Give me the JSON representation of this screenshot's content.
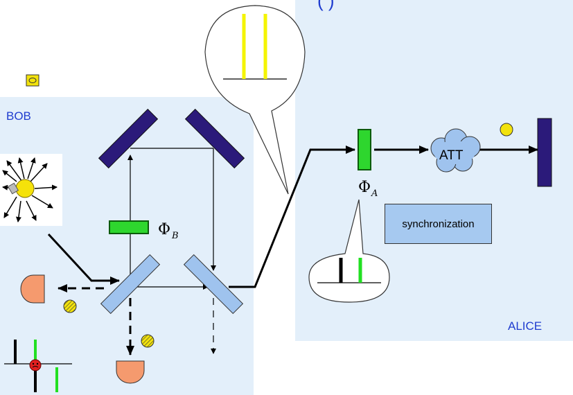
{
  "labels": {
    "bob": "BOB",
    "alice": "ALICE",
    "attenuator": "ATT",
    "synchronization": "synchronization",
    "phase_bob_symbol": "Φ",
    "phase_bob_sub": "B",
    "phase_alice_symbol": "Φ",
    "phase_alice_sub": "A",
    "title_fragment": "(                    )"
  },
  "colors": {
    "mirror": "#2b1a7a",
    "beam_splitter": "#9fc3ee",
    "phase_modulator": "#2ed62e",
    "detector": "#f59a6e",
    "photon": "#f2e20c",
    "pulse_yellow": "#f4f400",
    "pulse_green": "#22e022",
    "panel_bg": "#e3effa",
    "text_blue": "#1f3ccf"
  },
  "icons": [
    "lightbulb-icon",
    "comment-icon",
    "cloud-icon",
    "smiley-icon",
    "photon-icon"
  ]
}
